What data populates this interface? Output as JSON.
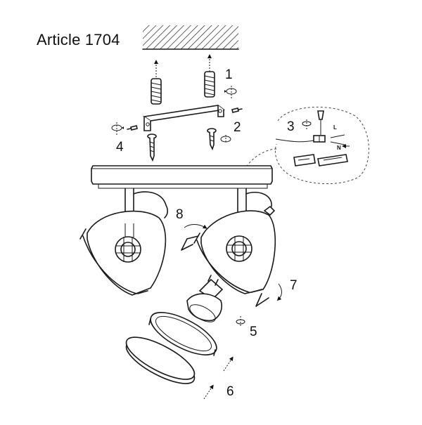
{
  "header": {
    "title": "Article 1704"
  },
  "steps": {
    "s1": "1",
    "s2": "2",
    "s3": "3",
    "s4": "4",
    "s5": "5",
    "s6": "6",
    "s7": "7",
    "s8": "8"
  },
  "wiring": {
    "live": "L",
    "neutral": "N"
  }
}
